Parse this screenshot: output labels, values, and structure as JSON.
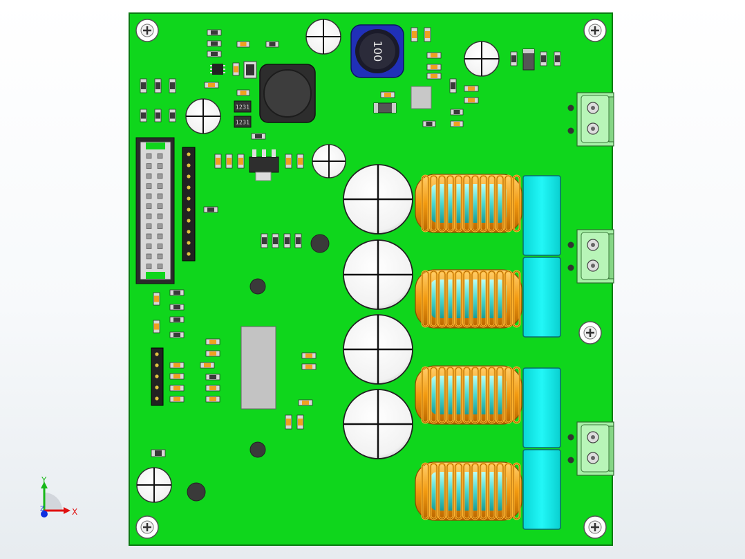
{
  "board": {
    "pcb_color": "#0fd61c",
    "cap_color": "#ffffff",
    "coil_color": "#f2a018",
    "block_color": "#11f0f0",
    "connector_color": "#a6f0a6"
  },
  "inductor_marking": "100",
  "ic_marking": "1231",
  "triad": {
    "x_label": "X",
    "y_label": "Y",
    "z_label": "Z",
    "x_color": "#e01010",
    "y_color": "#18b818",
    "z_color": "#1030e0"
  }
}
